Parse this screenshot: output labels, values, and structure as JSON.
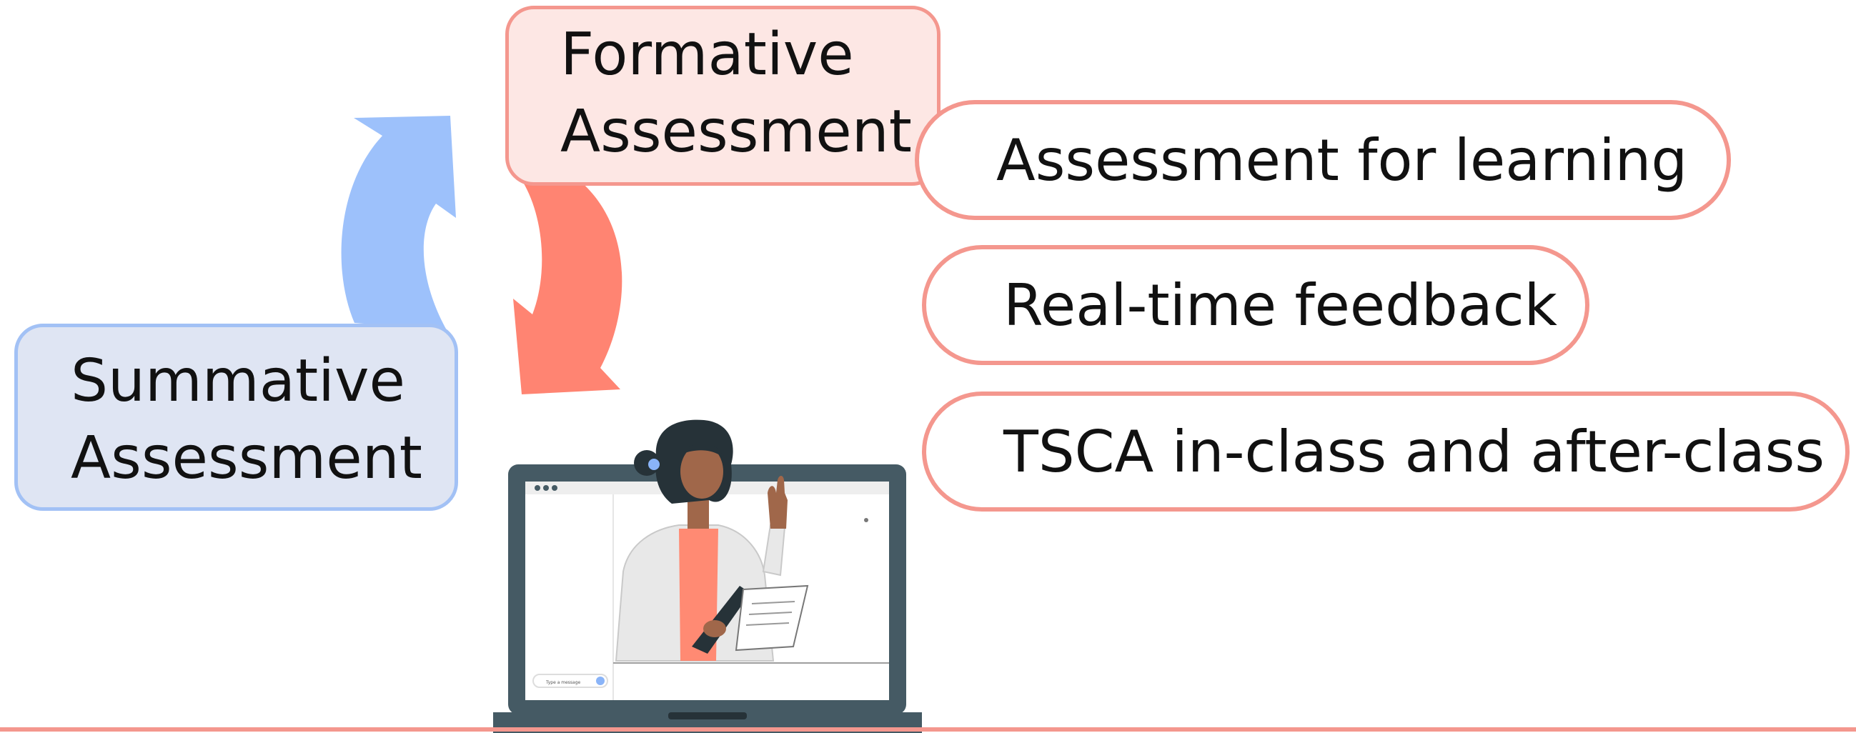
{
  "formative": {
    "line1": "Formative",
    "line2": "Assessment"
  },
  "summative": {
    "line1": "Summative",
    "line2": "Assessment"
  },
  "features": [
    {
      "label": "Assessment for learning"
    },
    {
      "label": "Real-time feedback"
    },
    {
      "label": "TSCA in-class and after-class"
    }
  ],
  "laptop_screen": {
    "input_text": "Type a message"
  },
  "colors": {
    "formative_fill": "#fde7e4",
    "formative_border": "#f4978e",
    "summative_fill": "#dfe5f3",
    "summative_border": "#a2c1f5",
    "red_arrow": "#ff8472",
    "blue_arrow": "#9dc1fb",
    "baseline": "#f4978e",
    "laptop": "#455a64"
  },
  "icons": [
    "cycle-arrow-blue-icon",
    "cycle-arrow-red-icon",
    "teacher-laptop-illustration"
  ]
}
